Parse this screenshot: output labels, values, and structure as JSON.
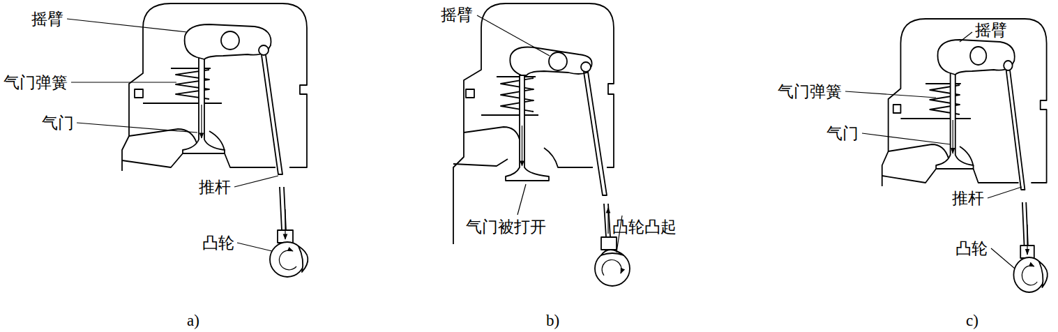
{
  "diagram": {
    "labels": [
      "摇臂",
      "气门弹簧",
      "气门",
      "推杆",
      "凸轮",
      "a)",
      "摇臂",
      "气门被打开",
      "凸轮凸起",
      "b)",
      "摇臂",
      "气门弹簧",
      "气门",
      "推杆",
      "凸轮",
      "c)"
    ]
  }
}
